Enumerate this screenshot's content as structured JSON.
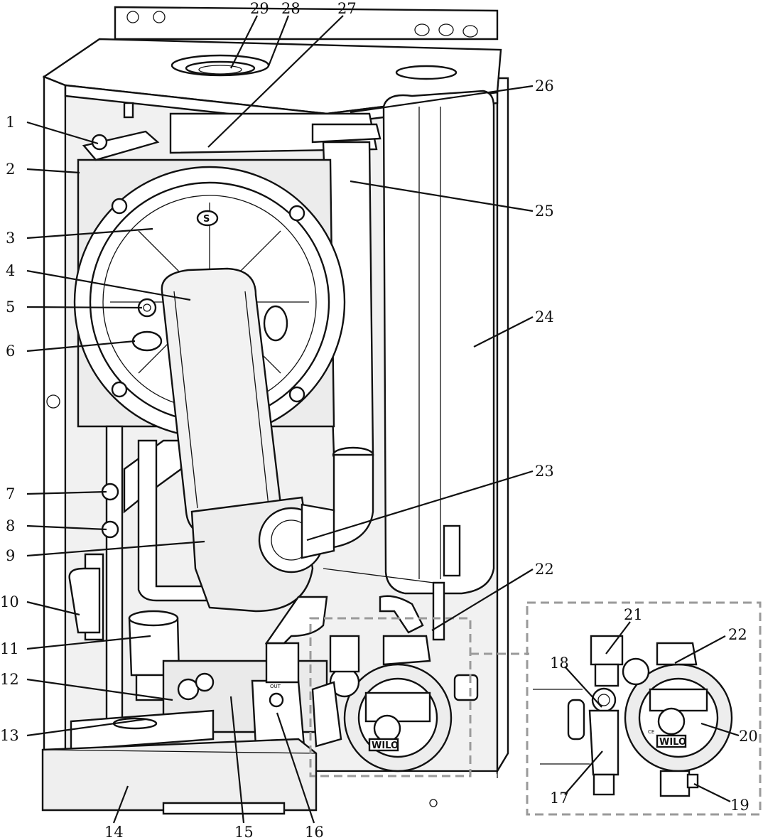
{
  "diagram": {
    "callouts": [
      {
        "id": "1",
        "label": "1"
      },
      {
        "id": "2",
        "label": "2"
      },
      {
        "id": "3",
        "label": "3"
      },
      {
        "id": "4",
        "label": "4"
      },
      {
        "id": "5",
        "label": "5"
      },
      {
        "id": "6",
        "label": "6"
      },
      {
        "id": "7",
        "label": "7"
      },
      {
        "id": "8",
        "label": "8"
      },
      {
        "id": "9",
        "label": "9"
      },
      {
        "id": "10",
        "label": "10"
      },
      {
        "id": "11",
        "label": "11"
      },
      {
        "id": "12",
        "label": "12"
      },
      {
        "id": "13",
        "label": "13"
      },
      {
        "id": "14",
        "label": "14"
      },
      {
        "id": "15",
        "label": "15"
      },
      {
        "id": "16",
        "label": "16"
      },
      {
        "id": "17",
        "label": "17"
      },
      {
        "id": "18",
        "label": "18"
      },
      {
        "id": "19",
        "label": "19"
      },
      {
        "id": "20",
        "label": "20"
      },
      {
        "id": "21",
        "label": "21"
      },
      {
        "id": "22",
        "label": "22"
      },
      {
        "id": "22b",
        "label": "22"
      },
      {
        "id": "23",
        "label": "23"
      },
      {
        "id": "24",
        "label": "24"
      },
      {
        "id": "25",
        "label": "25"
      },
      {
        "id": "26",
        "label": "26"
      },
      {
        "id": "27",
        "label": "27"
      },
      {
        "id": "28",
        "label": "28"
      },
      {
        "id": "29",
        "label": "29"
      }
    ],
    "pump_brand": "WILO",
    "fan_logo": "S",
    "pump_mark": "CE",
    "detail_out_label": "OUT"
  }
}
